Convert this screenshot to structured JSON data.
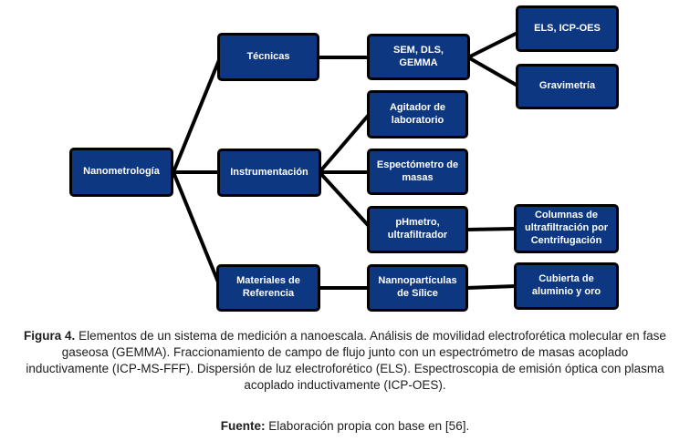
{
  "colors": {
    "box_fill": "#0e3781",
    "box_border": "#000000",
    "connector": "#000000",
    "box_text": "#ffffff",
    "caption_text": "#1c1c1c"
  },
  "diagram": {
    "type": "flowchart",
    "nodes": [
      {
        "id": "nanometrologia",
        "label": "Nanometrología"
      },
      {
        "id": "tecnicas",
        "label": "Técnicas"
      },
      {
        "id": "instrumentacion",
        "label": "Instrumentación"
      },
      {
        "id": "materiales-de-referencia",
        "label": "Materiales de Referencia"
      },
      {
        "id": "sem-dls-gemma",
        "label": "SEM, DLS, GEMMA"
      },
      {
        "id": "agitador-de-laboratorio",
        "label": "Agitador de laboratorio"
      },
      {
        "id": "espectometro-de-masas",
        "label": "Espectómetro de masas"
      },
      {
        "id": "phmetro-ultrafiltrador",
        "label": "pHmetro, ultrafiltrador"
      },
      {
        "id": "nannoparticulas-de-silice",
        "label": "Nannopartículas de Sílice"
      },
      {
        "id": "els-icp-oes",
        "label": "ELS, ICP-OES"
      },
      {
        "id": "gravimetria",
        "label": "Gravimetría"
      },
      {
        "id": "columnas-ultrafiltracion-centrifugacion",
        "label": "Columnas de ultrafiltración por Centrifugación"
      },
      {
        "id": "cubierta-aluminio-oro",
        "label": "Cubierta de aluminio y oro"
      }
    ],
    "edges": [
      [
        "nanometrologia",
        "tecnicas"
      ],
      [
        "nanometrologia",
        "instrumentacion"
      ],
      [
        "nanometrologia",
        "materiales-de-referencia"
      ],
      [
        "tecnicas",
        "sem-dls-gemma"
      ],
      [
        "sem-dls-gemma",
        "els-icp-oes"
      ],
      [
        "sem-dls-gemma",
        "gravimetria"
      ],
      [
        "instrumentacion",
        "agitador-de-laboratorio"
      ],
      [
        "instrumentacion",
        "espectometro-de-masas"
      ],
      [
        "instrumentacion",
        "phmetro-ultrafiltrador"
      ],
      [
        "phmetro-ultrafiltrador",
        "columnas-ultrafiltracion-centrifugacion"
      ],
      [
        "materiales-de-referencia",
        "nannoparticulas-de-silice"
      ],
      [
        "nannoparticulas-de-silice",
        "cubierta-aluminio-oro"
      ]
    ]
  },
  "caption": {
    "figure_label": "Figura 4.",
    "figure_text": "Elementos de un sistema de medición a nanoescala. Análisis de movilidad electroforética molecular en fase gaseosa (GEMMA). Fraccionamiento de campo de flujo junto con un espectrómetro de masas acoplado inductivamente (ICP-MS-FFF). Dispersión de luz electroforético (ELS). Espectroscopia de emisión óptica con plasma acoplado inductivamente (ICP-OES).",
    "source_label": "Fuente:",
    "source_text": "Elaboración propia con base en [56]."
  }
}
